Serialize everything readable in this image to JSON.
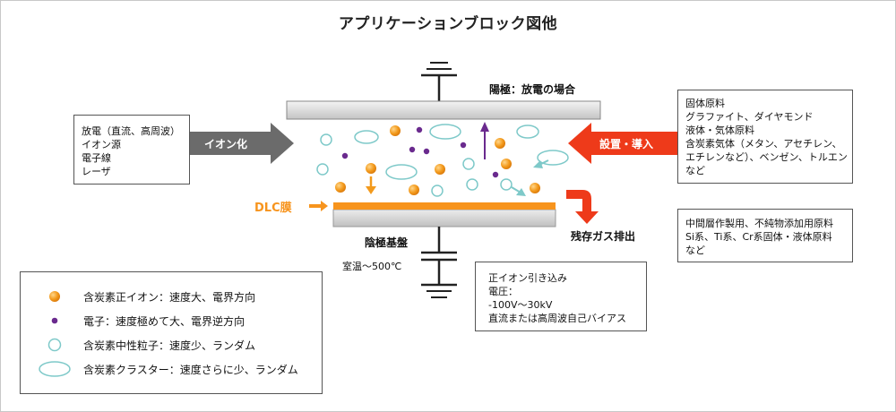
{
  "title": "アプリケーションブロック図他",
  "left_box": [
    "放電（直流、高周波）",
    "イオン源",
    "電子線",
    "レーザ"
  ],
  "ionize_label": "イオン化",
  "install_label": "設置・導入",
  "anode_label": "陽極：放電の場合",
  "dlc_label": "DLC膜",
  "cathode_label": "陰極基盤",
  "temp_label": "室温〜500℃",
  "exhaust_label": "残存ガス排出",
  "right_box_top": [
    "固体原料",
    "グラファイト、ダイヤモンド",
    "液体・気体原料",
    "含炭素気体（メタン、アセチレン、",
    "エチレンなど）、ベンゼン、トルエン",
    "など"
  ],
  "right_box_mid": [
    "中間層作製用、不純物添加用原料",
    "Si系、Ti系、Cr系固体・液体原料",
    "など"
  ],
  "voltage_box": [
    "正イオン引き込み",
    "電圧：",
    "-100V〜30kV",
    "直流または高周波自己バイアス"
  ],
  "legend": [
    {
      "text": "含炭素正イオン：速度大、電界方向"
    },
    {
      "text": "電子：速度極めて大、電界逆方向"
    },
    {
      "text": "含炭素中性粒子：速度少、ランダム"
    },
    {
      "text": "含炭素クラスター：速度さらに少、ランダム"
    }
  ],
  "colors": {
    "ion": "#f39a1c",
    "electron": "#6a2a8e",
    "neutral": "#7ec9c9",
    "arrow_red": "#ee3a1a",
    "arrow_gray": "#6b6b6b",
    "dlc": "#f7941d"
  }
}
